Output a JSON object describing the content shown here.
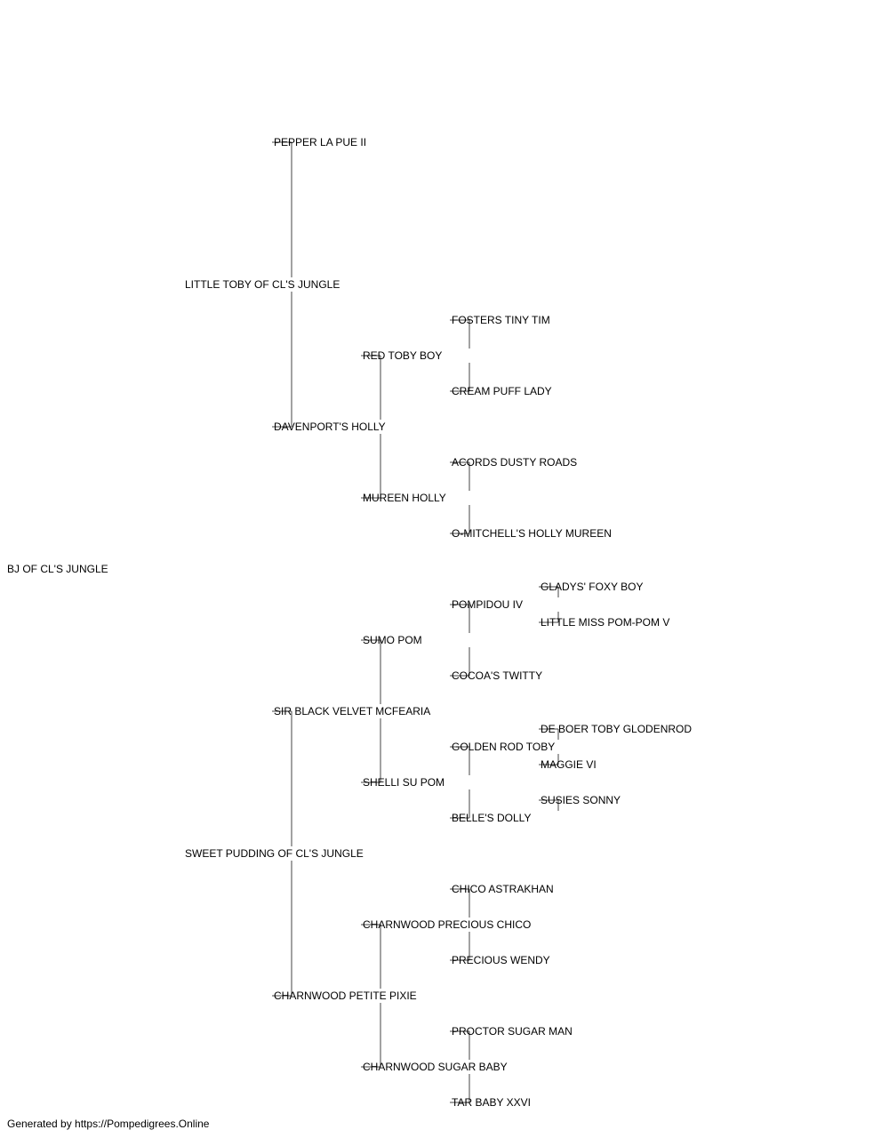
{
  "pedigree": {
    "name": "BJ OF CL'S JUNGLE",
    "sire": {
      "name": "LITTLE TOBY OF CL'S JUNGLE",
      "sire": {
        "name": "PEPPER LA PUE II"
      },
      "dam": {
        "name": "DAVENPORT'S HOLLY",
        "sire": {
          "name": "RED TOBY BOY",
          "sire": {
            "name": "FOSTERS TINY TIM"
          },
          "dam": {
            "name": "CREAM PUFF LADY"
          }
        },
        "dam": {
          "name": "MUREEN HOLLY",
          "sire": {
            "name": "ACORDS DUSTY ROADS"
          },
          "dam": {
            "name": "O-MITCHELL'S HOLLY MUREEN"
          }
        }
      }
    },
    "dam": {
      "name": "SWEET PUDDING OF CL'S JUNGLE",
      "sire": {
        "name": "SIR BLACK VELVET MCFEARIA",
        "sire": {
          "name": "SUMO POM",
          "sire": {
            "name": "POMPIDOU IV",
            "sire": {
              "name": "GLADYS' FOXY BOY"
            },
            "dam": {
              "name": "LITTLE MISS POM-POM V"
            }
          },
          "dam": {
            "name": "COCOA'S TWITTY"
          }
        },
        "dam": {
          "name": "SHELLI SU POM",
          "sire": {
            "name": "GOLDEN ROD TOBY",
            "sire": {
              "name": "DE BOER TOBY GLODENROD"
            },
            "dam": {
              "name": "MAGGIE VI"
            }
          },
          "dam": {
            "name": "BELLE'S DOLLY",
            "sire": {
              "name": "SUSIES SONNY"
            }
          }
        }
      },
      "dam": {
        "name": "CHARNWOOD PETITE PIXIE",
        "sire": {
          "name": "CHARNWOOD PRECIOUS CHICO",
          "sire": {
            "name": "CHICO ASTRAKHAN"
          },
          "dam": {
            "name": "PRECIOUS WENDY"
          }
        },
        "dam": {
          "name": "CHARNWOOD SUGAR BABY",
          "sire": {
            "name": "PROCTOR SUGAR MAN"
          },
          "dam": {
            "name": "TAR BABY XXVI"
          }
        }
      }
    }
  },
  "footer": {
    "text": "Generated by https://Pompedigrees.Online"
  }
}
